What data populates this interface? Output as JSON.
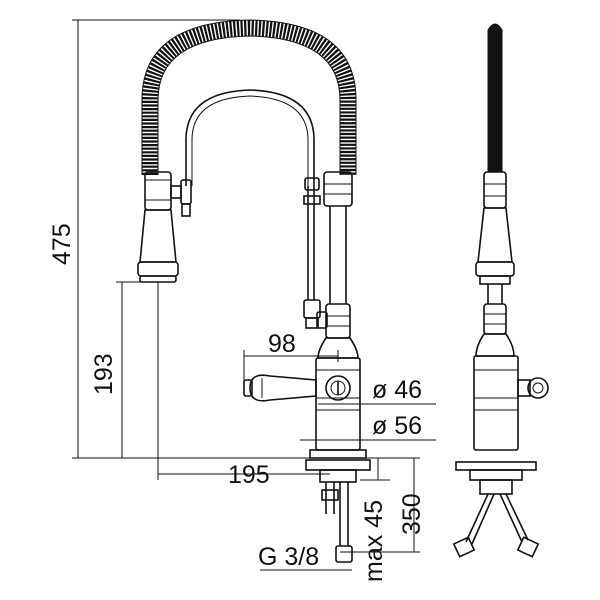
{
  "dimensions": {
    "height_total": "475",
    "height_spout": "193",
    "reach": "195",
    "lever": "98",
    "dia_body": "ø 46",
    "dia_base": "ø 56",
    "deck_max": "max 45",
    "hose_length": "350",
    "thread": "G 3/8"
  },
  "colors": {
    "line": "#111111",
    "background": "#ffffff"
  }
}
